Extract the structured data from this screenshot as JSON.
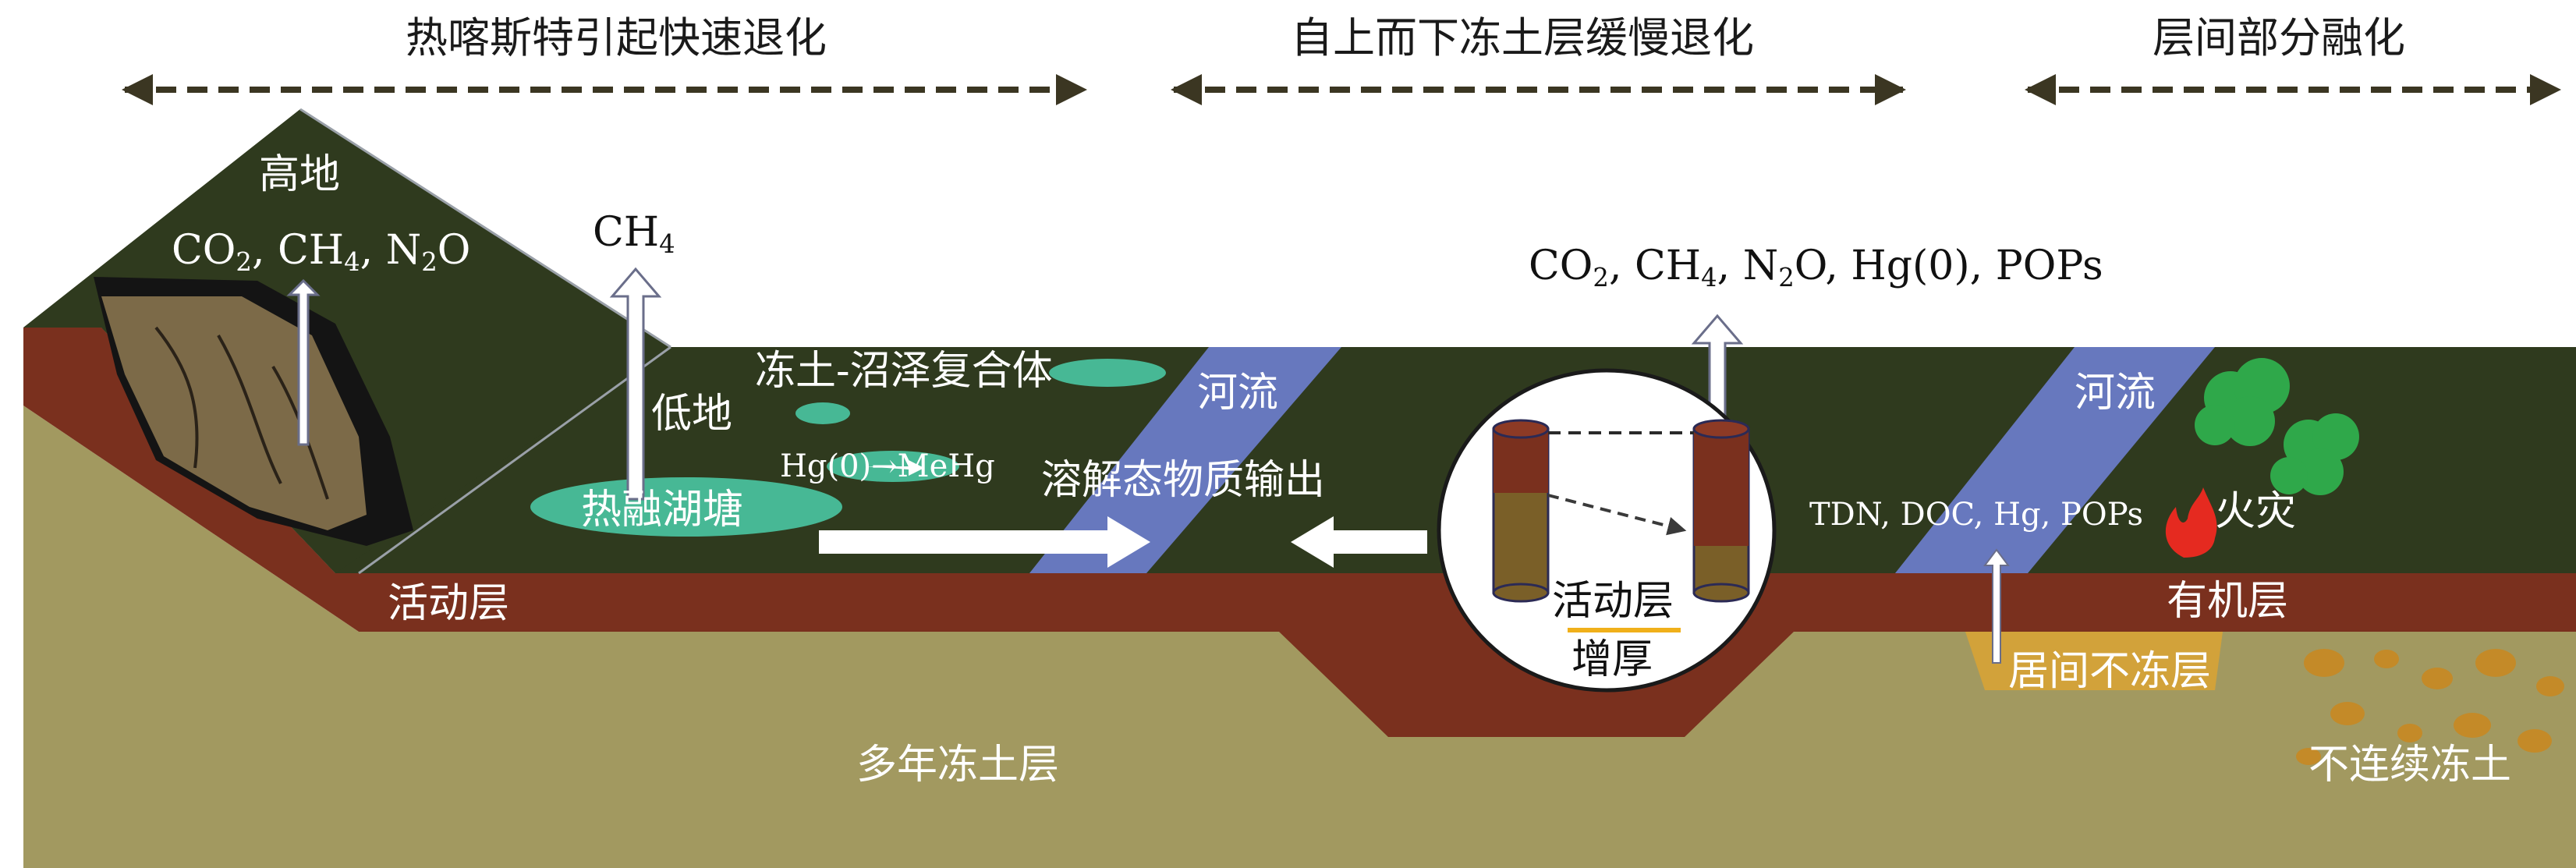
{
  "headers": {
    "left": "热喀斯特引起快速退化",
    "middle": "自上而下冻土层缓慢退化",
    "right": "层间部分融化"
  },
  "labels": {
    "upland": "高地",
    "upland_gas_prefix": "CO",
    "upland_gas_sub1": "2",
    "upland_gas_mid": ", CH",
    "upland_gas_sub2": "4",
    "upland_gas_mid2": ", N",
    "upland_gas_sub3": "2",
    "upland_gas_suffix": "O",
    "ch4_prefix": "CH",
    "ch4_sub": "4",
    "lowland": "低地",
    "permafrost_wetland": "冻土-沼泽复合体",
    "hg_methylation": "Hg(0)→MeHg",
    "thaw_pond": "热融湖塘",
    "dissolved_export": "溶解态物质输出",
    "river_left": "河流",
    "river_right": "河流",
    "active_layer_left": "活动层",
    "permafrost_layer": "多年冻土层",
    "center_gas_prefix": "CO",
    "center_gas_sub1": "2",
    "center_gas_mid": ", CH",
    "center_gas_sub2": "4",
    "center_gas_mid2": ", N",
    "center_gas_sub3": "2",
    "center_gas_suffix": "O, Hg(0), POPs",
    "active_layer_center": "活动层",
    "thickening": "增厚",
    "tdn": "TDN, DOC, Hg, POPs",
    "fire": "火灾",
    "organic_layer": "有机层",
    "talik": "居间不冻层",
    "discontinuous_permafrost": "不连续冻土"
  }
}
